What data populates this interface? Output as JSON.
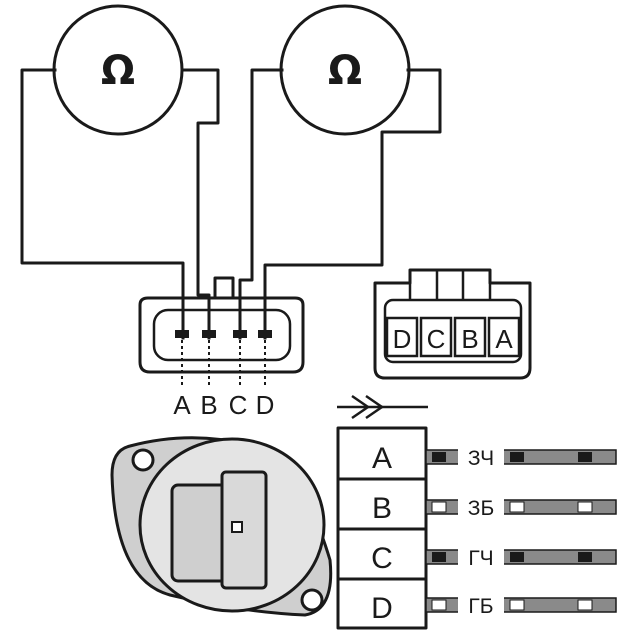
{
  "meters": [
    {
      "symbol": "Ω"
    },
    {
      "symbol": "Ω"
    }
  ],
  "plug_pins": [
    "A",
    "B",
    "C",
    "D"
  ],
  "socket_pins": [
    "D",
    "C",
    "B",
    "A"
  ],
  "table_rows": [
    {
      "pin": "A",
      "wire": "ЗЧ"
    },
    {
      "pin": "B",
      "wire": "ЗБ"
    },
    {
      "pin": "C",
      "wire": "ГЧ"
    },
    {
      "pin": "D",
      "wire": "ГБ"
    }
  ],
  "colors": {
    "ink": "#1a1a1a",
    "wire_gray": "#8a8a8a",
    "wire_light": "#d9d9d9",
    "stripe_black": "#1a1a1a",
    "stripe_white": "#ffffff",
    "sensor_fill": "#cfcfcf"
  }
}
